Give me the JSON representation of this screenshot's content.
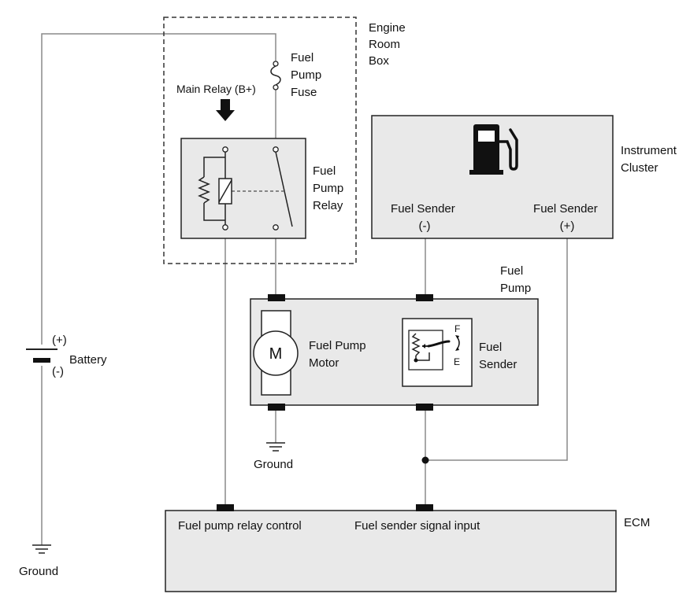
{
  "labels": {
    "engine_room_box": [
      "Engine",
      "Room",
      "Box"
    ],
    "fuel_pump_fuse": [
      "Fuel",
      "Pump",
      "Fuse"
    ],
    "main_relay": "Main Relay (B+)",
    "fuel_pump_relay": [
      "Fuel",
      "Pump",
      "Relay"
    ],
    "instrument_cluster": [
      "Instrument",
      "Cluster"
    ],
    "fuel_sender_neg": [
      "Fuel Sender",
      "(-)"
    ],
    "fuel_sender_pos": [
      "Fuel Sender",
      "(+)"
    ],
    "fuel_pump": [
      "Fuel",
      "Pump"
    ],
    "motor_symbol": "M",
    "fuel_pump_motor": [
      "Fuel Pump",
      "Motor"
    ],
    "fuel_sender": [
      "Fuel",
      "Sender"
    ],
    "sender_full": "F",
    "sender_empty": "E",
    "battery_pos": "(+)",
    "battery_neg": "(-)",
    "battery": "Battery",
    "ground_pump": "Ground",
    "ground_battery": "Ground",
    "ecm": "ECM",
    "ecm_relay_control": "Fuel pump relay control",
    "ecm_sender_input": "Fuel sender signal input"
  },
  "icons": {
    "fuel_gauge": "fuel-pump-icon",
    "ground": "ground-icon",
    "battery": "battery-icon"
  }
}
